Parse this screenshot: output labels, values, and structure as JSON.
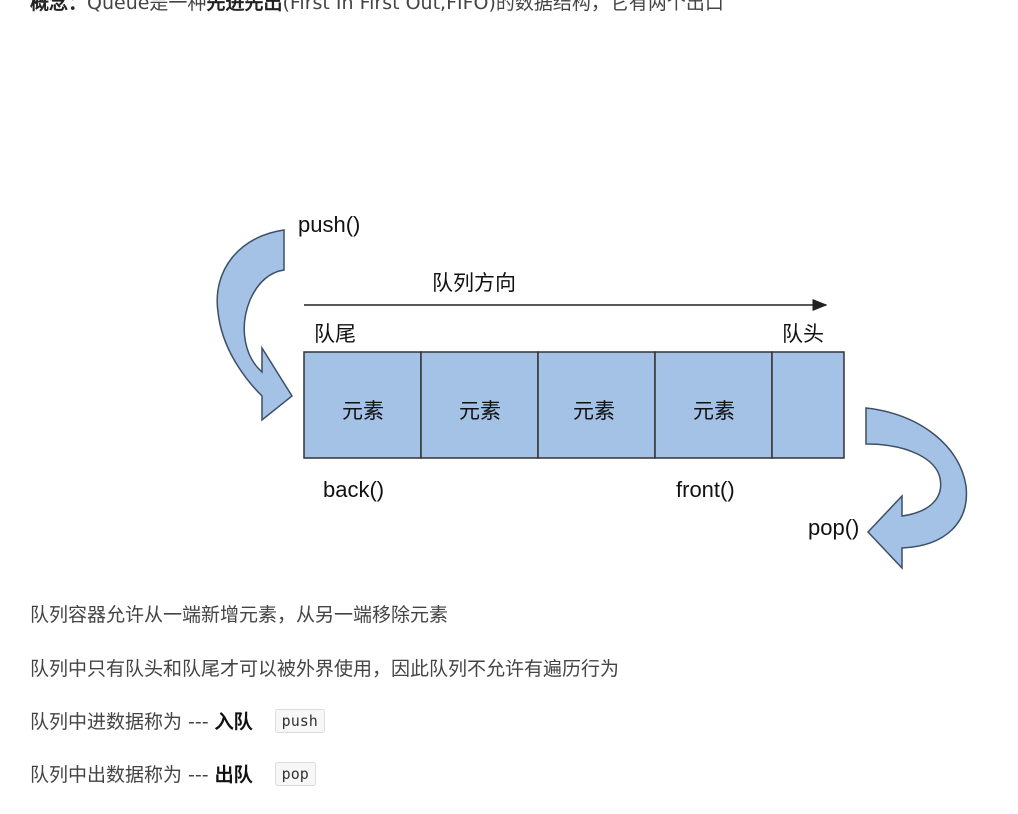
{
  "intro": {
    "prefix": "概念：",
    "text_before": "Queue是一种",
    "emphasis": "先进先出",
    "text_after": "(First In First Out,FIFO)的数据结构，它有两个出口"
  },
  "diagram": {
    "push_label": "push()",
    "direction_label": "队列方向",
    "tail_label": "队尾",
    "head_label": "队头",
    "cells": [
      "元素",
      "元素",
      "元素",
      "元素",
      ""
    ],
    "back_label": "back()",
    "front_label": "front()",
    "pop_label": "pop()",
    "colors": {
      "cell_fill": "#a4c2e6",
      "cell_stroke": "#333333",
      "arrow_fill": "#a4c2e6",
      "arrow_stroke": "#3c4f66"
    }
  },
  "paragraphs": [
    {
      "text": "队列容器允许从一端新增元素，从另一端移除元素"
    },
    {
      "text": "队列中只有队头和队尾才可以被外界使用，因此队列不允许有遍历行为"
    },
    {
      "text": "队列中进数据称为 --- ",
      "bold": "入队",
      "code": "push"
    },
    {
      "text": "队列中出数据称为 --- ",
      "bold": "出队",
      "code": "pop"
    }
  ]
}
